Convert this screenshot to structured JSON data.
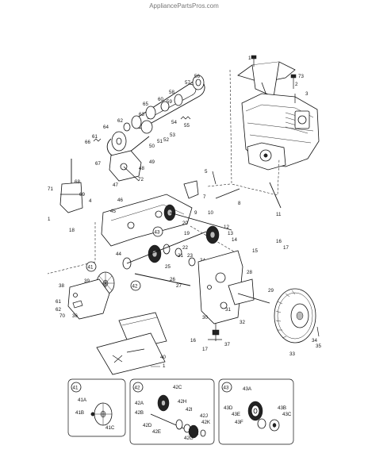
{
  "watermark": "AppliancePartsPros.com",
  "callouts": {
    "c1a": "1",
    "c73": "73",
    "c3": "3",
    "c2": "2",
    "c56": "56",
    "c57": "57",
    "c58": "58",
    "c60": "60",
    "c59": "59",
    "c55": "55",
    "c53": "53",
    "c65": "65",
    "c63": "63",
    "c62": "62",
    "c54": "54",
    "c52": "52",
    "c50": "50",
    "c51": "51",
    "c64": "64",
    "c66": "66",
    "c61": "61",
    "c67": "67",
    "c48": "48",
    "c49": "49",
    "c72": "72",
    "c47": "47",
    "c5": "5",
    "c71": "71",
    "c68": "68",
    "c69": "69",
    "c4": "4",
    "c1b": "1",
    "c46": "46",
    "c45": "45",
    "c18": "18",
    "c7": "7",
    "c8": "8",
    "c11": "11",
    "c10": "10",
    "c9": "9",
    "c20": "20",
    "c19": "19",
    "c12": "12",
    "c13": "13",
    "c14": "14",
    "c15": "15",
    "c16a": "16",
    "c17a": "17",
    "c44": "44",
    "c22": "22",
    "c21": "21",
    "c23": "23",
    "c24": "24",
    "c25": "25",
    "c26": "26",
    "c27": "27",
    "c28": "28",
    "c29": "29",
    "c38": "38",
    "c39": "39",
    "c61b": "61",
    "c62b": "62",
    "c70": "70",
    "c36": "36",
    "c30": "30",
    "c31": "31",
    "c32": "32",
    "c16b": "16",
    "c17b": "17",
    "c37": "37",
    "c33": "33",
    "c34": "34",
    "c35": "35",
    "c40": "40",
    "c1c": "1"
  },
  "circled_callouts": {
    "cc43a": "43",
    "cc41a": "41",
    "cc42a": "42"
  },
  "detail_boxes": [
    {
      "id": "41",
      "labels": {
        "41A": "41A",
        "41B": "41B",
        "41C": "41C"
      }
    },
    {
      "id": "42",
      "labels": {
        "42C": "42C",
        "42A": "42A",
        "42H": "42H",
        "42B": "42B",
        "42I": "42I",
        "42D": "42D",
        "42J": "42J",
        "42K": "42K",
        "42E": "42E",
        "42G": "42G"
      }
    },
    {
      "id": "43",
      "labels": {
        "43A": "43A",
        "43B": "43B",
        "43C": "43C",
        "43D": "43D",
        "43E": "43E",
        "43F": "43F"
      }
    }
  ],
  "icons": [
    "engine-icon",
    "auger-housing-icon",
    "wheel-icon",
    "pulley-icon",
    "gear-icon",
    "shaft-icon",
    "bolt-icon",
    "spring-icon"
  ]
}
